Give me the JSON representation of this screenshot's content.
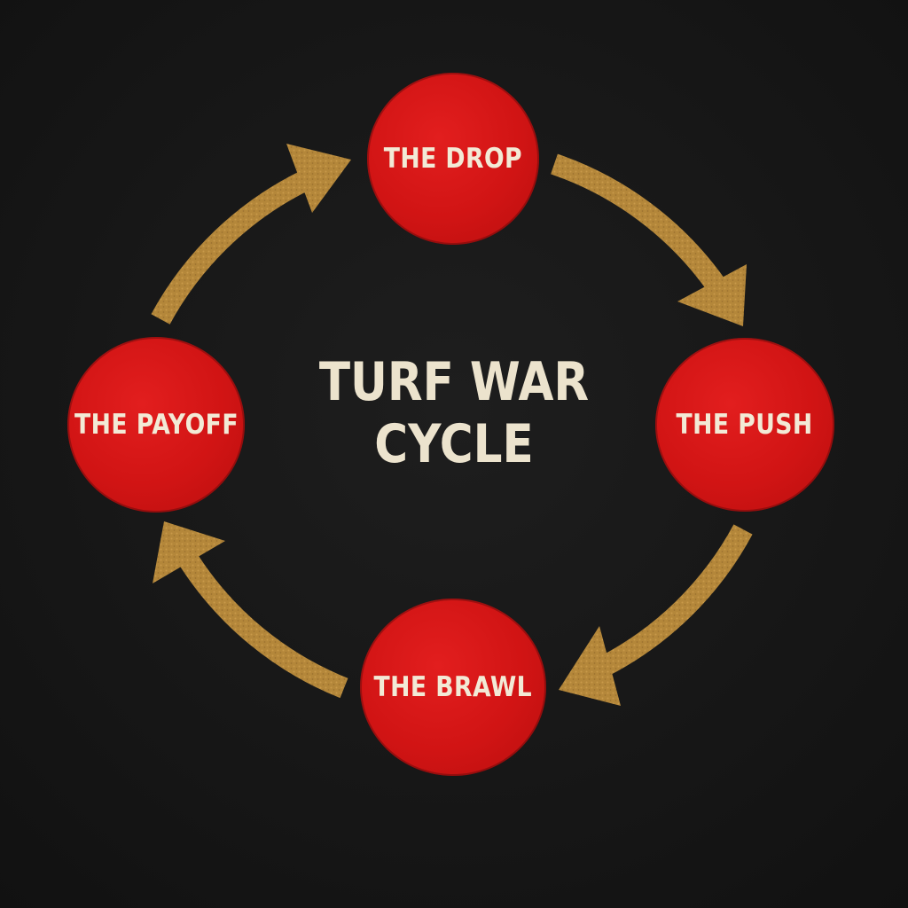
{
  "title": {
    "line1": "TURF WAR",
    "line2": "CYCLE"
  },
  "nodes": [
    {
      "label": "THE DROP"
    },
    {
      "label": "THE PUSH"
    },
    {
      "label": "THE BRAWL"
    },
    {
      "label": "THE PAYOFF"
    }
  ],
  "colors": {
    "background": "#171717",
    "node_fill": "#d11414",
    "arrow": "#b4873a",
    "text": "#f2ead6"
  }
}
